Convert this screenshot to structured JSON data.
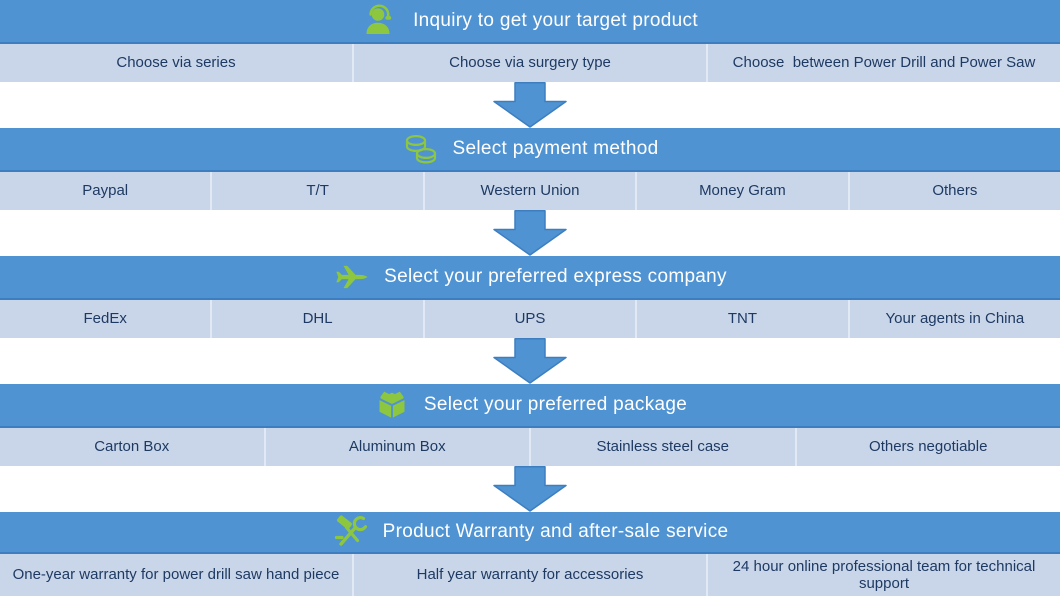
{
  "colors": {
    "header_bg": "#4f93d2",
    "header_border": "#3d7ec0",
    "row_bg": "#c9d6e9",
    "row_text": "#1e3a63",
    "divider": "#e0e9f5",
    "arrow_fill": "#4f93d2",
    "arrow_border": "#3d7ec0",
    "icon_green": "#8dc63f",
    "page_bg": "#ffffff"
  },
  "sections": [
    {
      "icon": "support-agent-icon",
      "title": "Inquiry to get your target product",
      "options": [
        "Choose via series",
        "Choose via surgery type",
        "Choose  between Power Drill and Power Saw"
      ]
    },
    {
      "icon": "coins-icon",
      "title": "Select payment method",
      "options": [
        "Paypal",
        "T/T",
        "Western Union",
        "Money Gram",
        "Others"
      ]
    },
    {
      "icon": "airplane-icon",
      "title": "Select your preferred express company",
      "options": [
        "FedEx",
        "DHL",
        "UPS",
        "TNT",
        "Your agents in China"
      ]
    },
    {
      "icon": "package-box-icon",
      "title": "Select your preferred package",
      "options": [
        "Carton Box",
        "Aluminum Box",
        "Stainless steel case",
        "Others negotiable"
      ]
    },
    {
      "icon": "tools-icon",
      "title": "Product Warranty and after-sale service",
      "options": [
        "One-year warranty for power drill saw hand piece",
        "Half year warranty for accessories",
        "24 hour online professional team for technical support"
      ]
    }
  ]
}
